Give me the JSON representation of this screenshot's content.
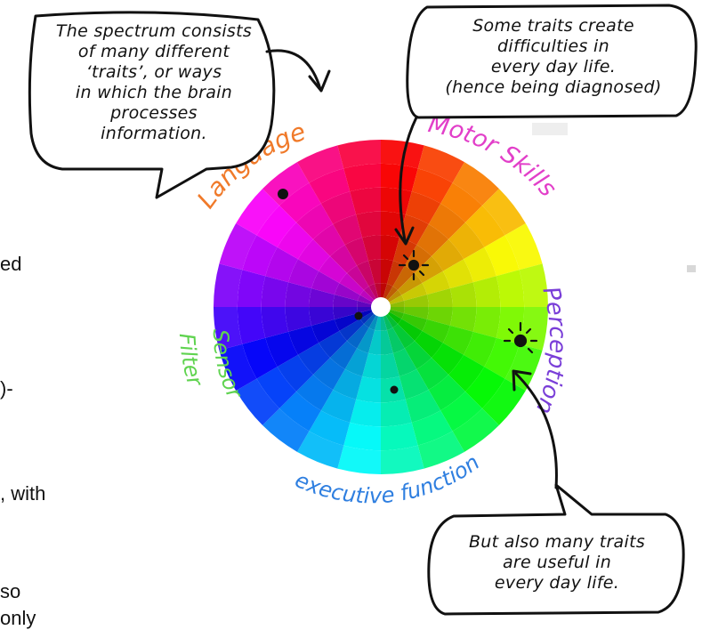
{
  "bubbles": {
    "spectrum": [
      "The spectrum consists",
      "of many different",
      "‘traits’, or ways",
      "in which the brain",
      "processes",
      "information."
    ],
    "difficulties": [
      "Some traits create",
      "difficulties in",
      "every day life.",
      "(hence being diagnosed)"
    ],
    "useful": [
      "But also many traits",
      "are useful in",
      "every day life."
    ]
  },
  "traits": {
    "language": "Language",
    "motor": "Motor Skills",
    "perception": "Perception",
    "executive": "executive function",
    "sensory_top": "Sensory",
    "sensory_bottom": "Filter"
  },
  "cut_text": [
    "ed",
    ")-",
    ", with",
    "so",
    "only"
  ],
  "colors": {
    "language": "#f07a2a",
    "motor": "#e23fc9",
    "perception": "#7a3fd8",
    "executive": "#2f7fe0",
    "sensory": "#5fd34f"
  }
}
